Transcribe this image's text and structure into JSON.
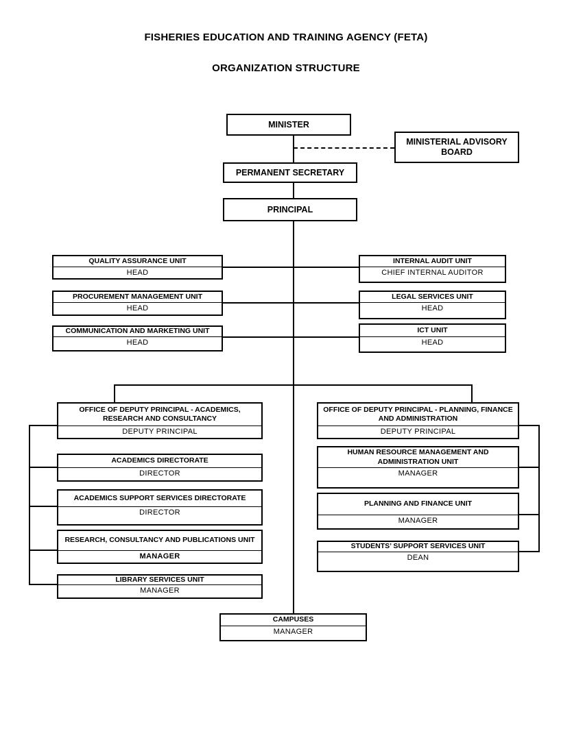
{
  "page": {
    "title": "FISHERIES EDUCATION AND TRAINING AGENCY (FETA)",
    "subtitle": "ORGANIZATION STRUCTURE"
  },
  "colors": {
    "background": "#ffffff",
    "line": "#000000",
    "text": "#000000"
  },
  "nodes": {
    "minister": {
      "title": "MINISTER"
    },
    "ministerial_advisory_board": {
      "title": "MINISTERIAL ADVISORY BOARD"
    },
    "permanent_secretary": {
      "title": "PERMANENT SECRETARY"
    },
    "principal": {
      "title": "PRINCIPAL"
    },
    "quality_assurance": {
      "title": "QUALITY ASSURANCE UNIT",
      "role": "HEAD"
    },
    "procurement": {
      "title": "PROCUREMENT MANAGEMENT UNIT",
      "role": "HEAD"
    },
    "communication_marketing": {
      "title": "COMMUNICATION AND MARKETING UNIT",
      "role": "HEAD"
    },
    "internal_audit": {
      "title": "INTERNAL AUDIT UNIT",
      "role": "CHIEF INTERNAL AUDITOR"
    },
    "legal_services": {
      "title": "LEGAL SERVICES UNIT",
      "role": "HEAD"
    },
    "ict": {
      "title": "ICT UNIT",
      "role": "HEAD"
    },
    "dp_academics": {
      "title": "OFFICE OF DEPUTY PRINCIPAL - ACADEMICS, RESEARCH AND CONSULTANCY",
      "role": "DEPUTY PRINCIPAL"
    },
    "academics_directorate": {
      "title": "ACADEMICS DIRECTORATE",
      "role": "DIRECTOR"
    },
    "academics_support": {
      "title": "ACADEMICS SUPPORT SERVICES DIRECTORATE",
      "role": "DIRECTOR"
    },
    "research_publications": {
      "title": "RESEARCH, CONSULTANCY AND PUBLICATIONS UNIT",
      "role": "MANAGER"
    },
    "library_services": {
      "title": "LIBRARY SERVICES UNIT",
      "role": "MANAGER"
    },
    "dp_planning": {
      "title": "OFFICE OF DEPUTY PRINCIPAL - PLANNING, FINANCE AND ADMINISTRATION",
      "role": "DEPUTY PRINCIPAL"
    },
    "hr_admin": {
      "title": "HUMAN RESOURCE MANAGEMENT AND ADMINISTRATION UNIT",
      "role": "MANAGER"
    },
    "planning_finance": {
      "title": "PLANNING AND FINANCE UNIT",
      "role": "MANAGER"
    },
    "students_support": {
      "title": "STUDENTS’ SUPPORT SERVICES UNIT",
      "role": "DEAN"
    },
    "campuses": {
      "title": "CAMPUSES",
      "role": "MANAGER"
    }
  }
}
